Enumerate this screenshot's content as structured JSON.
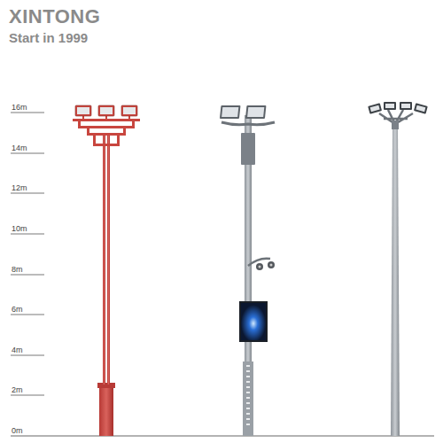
{
  "diagram": {
    "title": "XINTONG",
    "labels": [
      "Start in 1999",
      "16m",
      "14m",
      "12m",
      "10m",
      "8m",
      "6m",
      "4m",
      "2m",
      "0m"
    ]
  }
}
